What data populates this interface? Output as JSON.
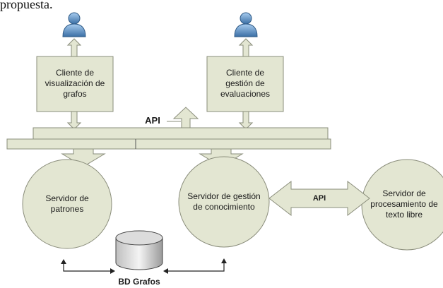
{
  "page_fragment": "propuesta.",
  "clients": [
    {
      "label_lines": [
        "Cliente de",
        "visualización de",
        "grafos"
      ]
    },
    {
      "label_lines": [
        "Cliente de",
        "gestión de",
        "evaluaciones"
      ]
    }
  ],
  "api_top_label": "API",
  "servers": [
    {
      "label_lines": [
        "Servidor de",
        "patrones"
      ]
    },
    {
      "label_lines": [
        "Servidor de gestión",
        "de conocimiento"
      ]
    },
    {
      "label_lines": [
        "Servidor de",
        "procesamiento de",
        "texto libre"
      ]
    }
  ],
  "api_middle_label": "API",
  "database_label": "BD Grafos",
  "colors": {
    "fill": "#e3e6d2",
    "stroke": "#8a8d7b",
    "user_icon": "#5b8fc4"
  }
}
